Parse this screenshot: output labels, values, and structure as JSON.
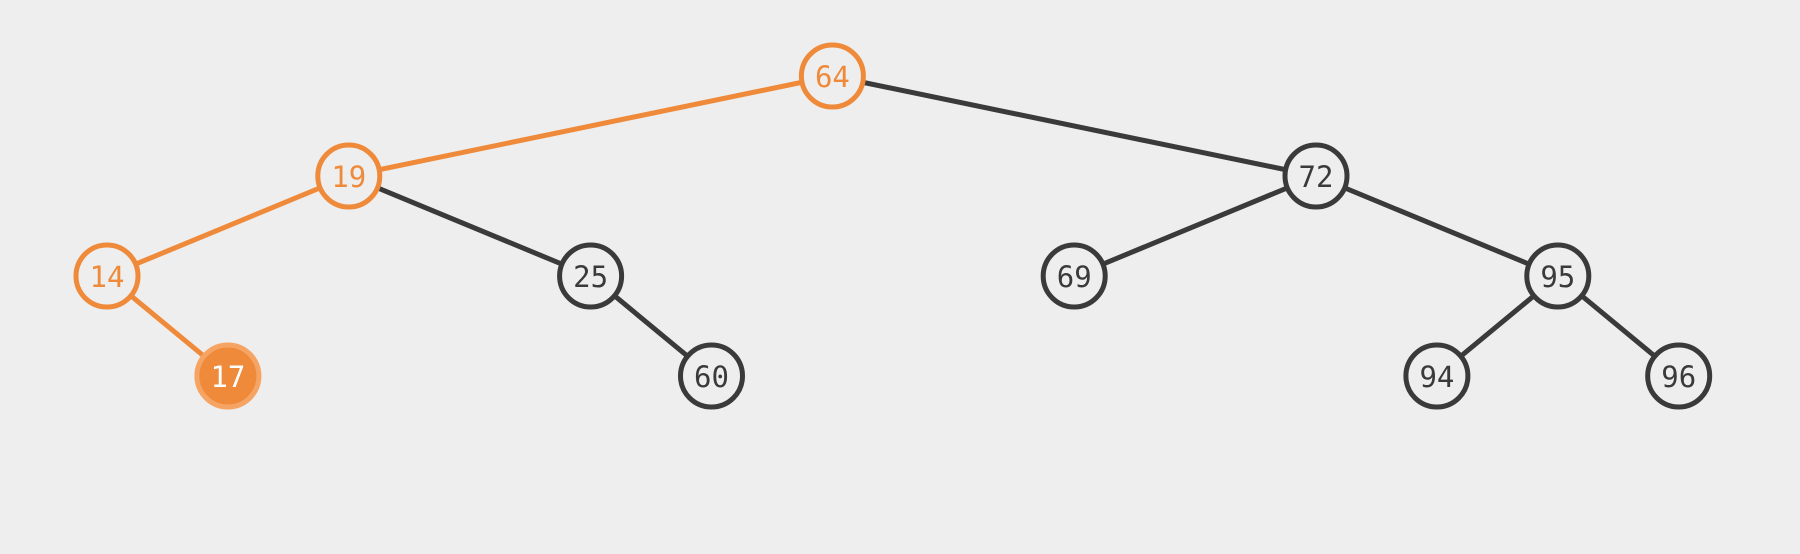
{
  "tree": {
    "colors": {
      "background": "#eeeeee",
      "default_stroke": "#3a3a3a",
      "default_text": "#3a3a3a",
      "node_fill": "#eeeeee",
      "path_stroke": "#ef8a3a",
      "path_text": "#ef8a3a",
      "selected_fill": "#ef8a3a",
      "selected_stroke": "#f5a464",
      "selected_text": "#ffffff"
    },
    "nodes": [
      {
        "id": "n64",
        "value": "64",
        "depth": 0,
        "order": 7,
        "state": "path"
      },
      {
        "id": "n19",
        "value": "19",
        "depth": 1,
        "order": 3,
        "state": "path"
      },
      {
        "id": "n72",
        "value": "72",
        "depth": 1,
        "order": 11,
        "state": "default"
      },
      {
        "id": "n14",
        "value": "14",
        "depth": 2,
        "order": 1,
        "state": "path"
      },
      {
        "id": "n25",
        "value": "25",
        "depth": 2,
        "order": 5,
        "state": "default"
      },
      {
        "id": "n69",
        "value": "69",
        "depth": 2,
        "order": 9,
        "state": "default"
      },
      {
        "id": "n95",
        "value": "95",
        "depth": 2,
        "order": 13,
        "state": "default"
      },
      {
        "id": "n17",
        "value": "17",
        "depth": 3,
        "order": 2,
        "state": "selected"
      },
      {
        "id": "n60",
        "value": "60",
        "depth": 3,
        "order": 6,
        "state": "default"
      },
      {
        "id": "n94",
        "value": "94",
        "depth": 3,
        "order": 12,
        "state": "default"
      },
      {
        "id": "n96",
        "value": "96",
        "depth": 3,
        "order": 14,
        "state": "default"
      }
    ],
    "edges": [
      {
        "from": "n64",
        "to": "n19",
        "state": "path"
      },
      {
        "from": "n64",
        "to": "n72",
        "state": "default"
      },
      {
        "from": "n19",
        "to": "n14",
        "state": "path"
      },
      {
        "from": "n19",
        "to": "n25",
        "state": "default"
      },
      {
        "from": "n14",
        "to": "n17",
        "state": "path"
      },
      {
        "from": "n25",
        "to": "n60",
        "state": "default"
      },
      {
        "from": "n72",
        "to": "n69",
        "state": "default"
      },
      {
        "from": "n72",
        "to": "n95",
        "state": "default"
      },
      {
        "from": "n95",
        "to": "n94",
        "state": "default"
      },
      {
        "from": "n95",
        "to": "n96",
        "state": "default"
      }
    ]
  }
}
